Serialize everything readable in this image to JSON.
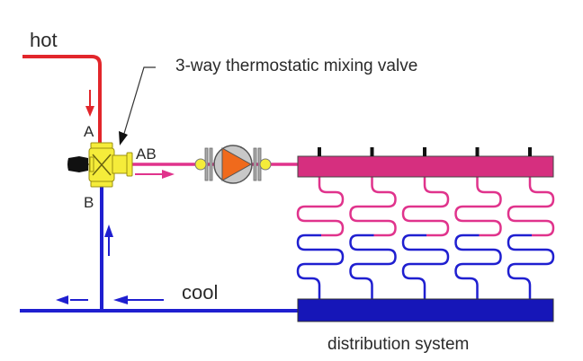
{
  "labels": {
    "hot": "hot",
    "cool": "cool",
    "valve_title": "3-way thermostatic mixing valve",
    "port_a": "A",
    "port_b": "B",
    "port_ab": "AB",
    "distribution": "distribution system"
  },
  "colors": {
    "hot": "#e2262b",
    "mixed": "#e0338c",
    "cool": "#1f1fd0",
    "supply_manifold": "#d62f7f",
    "return_manifold": "#1616b8",
    "valve_body": "#f5ec3a",
    "pump_arrow": "#f06a1c",
    "pump_casing": "#c8c8c8"
  },
  "distribution": {
    "loop_count": 5
  }
}
